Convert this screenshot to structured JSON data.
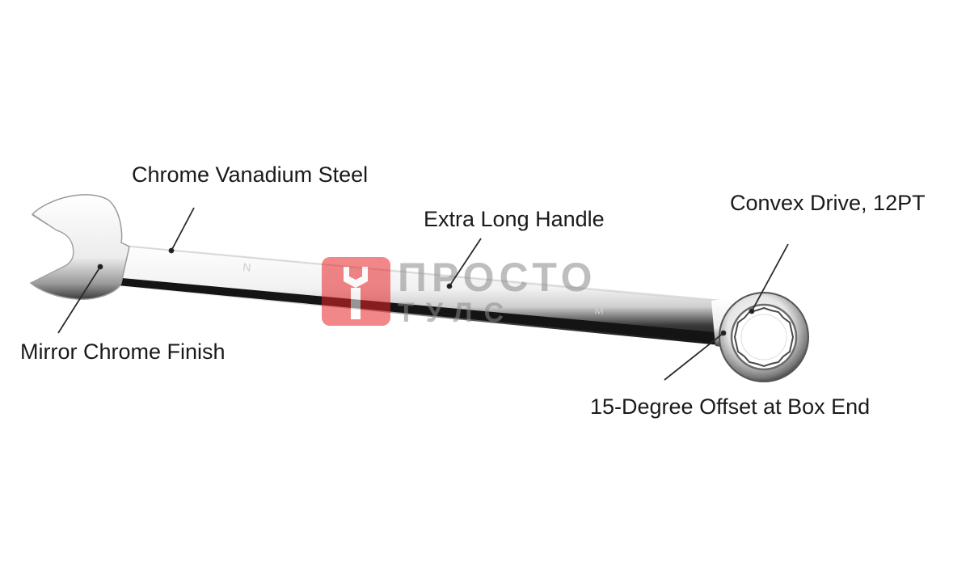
{
  "callouts": {
    "chrome_vanadium_steel": "Chrome Vanadium Steel",
    "extra_long_handle": "Extra Long Handle",
    "convex_drive": "Convex Drive, 12PT",
    "mirror_chrome_finish": "Mirror Chrome Finish",
    "offset_box_end": "15-Degree Offset at Box End"
  },
  "watermark": {
    "line1": "ПРОСТО",
    "line2": "ТУЛС"
  },
  "colors": {
    "leader_line": "#2a2a2a",
    "watermark_red": "#e8262b",
    "watermark_gray": "#8a8a8a",
    "chrome_light": "#f4f4f4",
    "chrome_dark": "#1c1c1c"
  }
}
